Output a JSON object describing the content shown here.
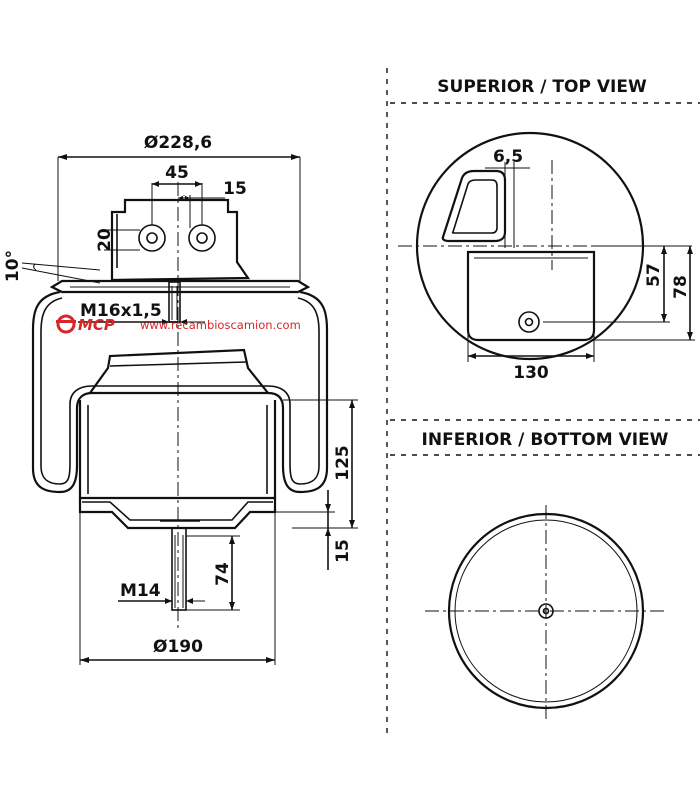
{
  "views": {
    "top_title": "SUPERIOR / TOP VIEW",
    "bottom_title": "INFERIOR / BOTTOM VIEW"
  },
  "brand": {
    "logo_text": "MCP",
    "url": "www.recambioscamion.com",
    "color": "#d8262b"
  },
  "dimensions": {
    "top_diameter": "Ø228,6",
    "stud_spacing": "45",
    "stud_offset": "15",
    "plate_height": "20",
    "tilt_angle": "10°",
    "top_thread": "M16x1,5",
    "piston_height": "125",
    "base_height": "15",
    "stud_length": "74",
    "bottom_thread": "M14",
    "bottom_diameter": "Ø190",
    "slot_width": "6,5",
    "dim_57": "57",
    "dim_78": "78",
    "dim_130": "130"
  }
}
